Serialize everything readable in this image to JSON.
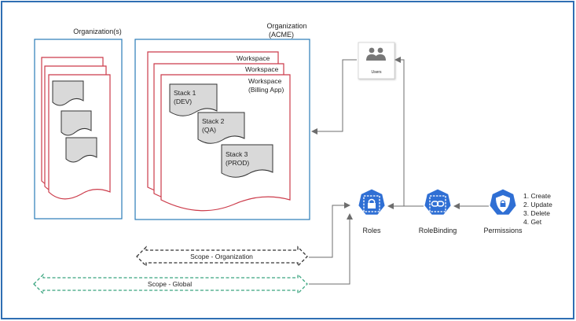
{
  "colors": {
    "frame": "#2f6fb3",
    "container_border": "#2a7bb8",
    "workspace_border": "#cc3b4a",
    "stack_fill": "#d9d9d9",
    "k8s_blue": "#2f6fd4",
    "arrow": "#6d6d6d",
    "scope_org": "#333333",
    "scope_global": "#3aa57f"
  },
  "orgs_panel": {
    "label": "Organization(s)"
  },
  "acme_panel": {
    "label_line1": "Organization",
    "label_line2": "(ACME)",
    "workspace_label_1": "Workspace",
    "workspace_label_2": "Workspace",
    "workspace_front_line1": "Workspace",
    "workspace_front_line2": "(Billing App)",
    "stacks": [
      {
        "name": "Stack 1",
        "env": "(DEV)"
      },
      {
        "name": "Stack 2",
        "env": "(QA)"
      },
      {
        "name": "Stack 3",
        "env": "(PROD)"
      }
    ]
  },
  "users": {
    "label": "Users",
    "icon": "users-icon"
  },
  "roles": {
    "label": "Roles",
    "icon": "lock-icon"
  },
  "rolebinding": {
    "label": "RoleBinding",
    "icon": "link-icon"
  },
  "permissions": {
    "label": "Permissions",
    "icon": "shield-lock-icon",
    "list": [
      "1. Create",
      "2. Update",
      "3. Delete",
      "4. Get"
    ]
  },
  "scope_org": {
    "label": "Scope - Organization"
  },
  "scope_global": {
    "label": "Scope - Global"
  }
}
